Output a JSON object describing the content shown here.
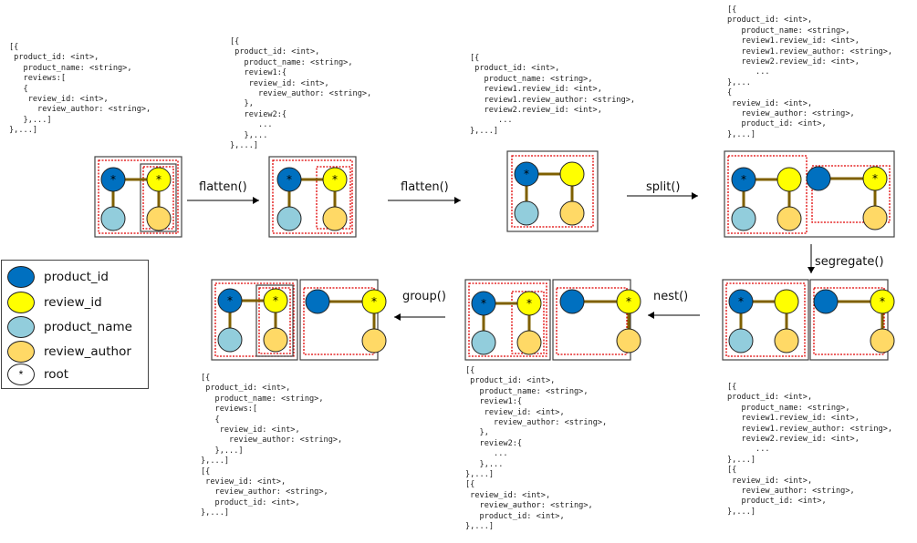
{
  "colors": {
    "product_id": "#0070c0",
    "review_id": "#ffff00",
    "product_name": "#92cddc",
    "review_author": "#ffd966",
    "edge": "#7f6000",
    "schema_box": "#e00000",
    "frame": "#444444"
  },
  "legend": {
    "items": [
      {
        "key": "product_id",
        "label": "product_id",
        "symbol": ""
      },
      {
        "key": "review_id",
        "label": "review_id",
        "symbol": ""
      },
      {
        "key": "product_name",
        "label": "product_name",
        "symbol": ""
      },
      {
        "key": "review_author",
        "label": "review_author",
        "symbol": ""
      },
      {
        "key": "root",
        "label": "root",
        "symbol": "*"
      }
    ]
  },
  "operations": {
    "flatten1": "flatten()",
    "flatten2": "flatten()",
    "split": "split()",
    "segregate": "segregate()",
    "nest": "nest()",
    "group": "group()"
  },
  "root_symbol": "*",
  "schemas": {
    "s1": "[{\n product_id: <int>,\n   product_name: <string>,\n   reviews:[\n   {\n    review_id: <int>,\n      review_author: <string>,\n   },...]\n},...]",
    "s2": "[{\n product_id: <int>,\n   product_name: <string>,\n   review1:{\n    review_id: <int>,\n      review_author: <string>,\n   },\n   review2:{\n      ...\n   },...\n},...]",
    "s3": "[{\n product_id: <int>,\n   product_name: <string>,\n   review1.review_id: <int>,\n   review1.review_author: <string>,\n   review2.review_id: <int>,\n      ...\n},...]",
    "s4": "[{\nproduct_id: <int>,\n   product_name: <string>,\n   review1.review_id: <int>,\n   review1.review_author: <string>,\n   review2.review_id: <int>,\n      ...\n},...\n{\n review_id: <int>,\n   review_author: <string>,\n   product_id: <int>,\n},...]",
    "s5": "[{\nproduct_id: <int>,\n   product_name: <string>,\n   review1.review_id: <int>,\n   review1.review_author: <string>,\n   review2.review_id: <int>,\n      ...\n},...]\n[{\n review_id: <int>,\n   review_author: <string>,\n   product_id: <int>,\n},...]",
    "s6": "[{\n product_id: <int>,\n   product_name: <string>,\n   review1:{\n    review_id: <int>,\n      review_author: <string>,\n   },\n   review2:{\n      ...\n   },...\n},...]\n[{\n review_id: <int>,\n   review_author: <string>,\n   product_id: <int>,\n},...]",
    "s7": "[{\n product_id: <int>,\n   product_name: <string>,\n   reviews:[\n   {\n    review_id: <int>,\n      review_author: <string>,\n   },...]\n},...]\n[{\n review_id: <int>,\n   review_author: <string>,\n   product_id: <int>,\n},...]"
  }
}
